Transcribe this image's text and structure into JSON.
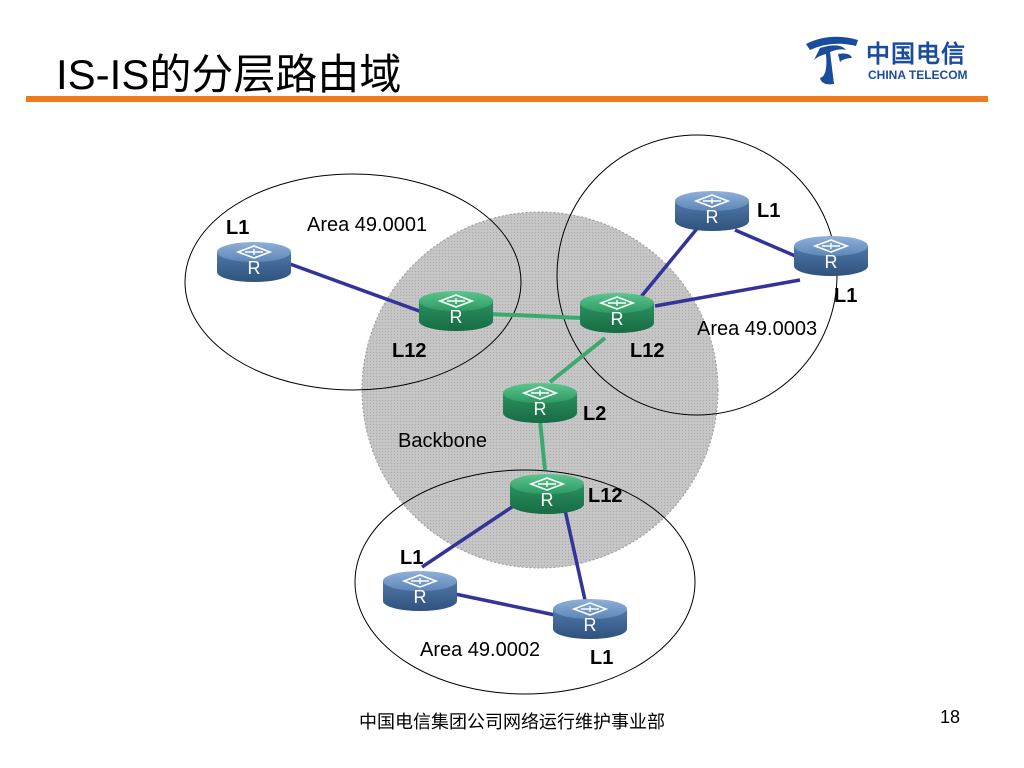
{
  "slide": {
    "title": "IS-IS的分层路由域",
    "footer": "中国电信集团公司网络运行维护事业部",
    "page_number": "18"
  },
  "logo": {
    "name_cn": "中国电信",
    "name_en": "CHINA TELECOM",
    "brand_color": "#1a4c9c"
  },
  "colors": {
    "accent_rule": "#f07a1e",
    "l1_link": "#333399",
    "backbone_link": "#3aaa6e",
    "l1_router": "#5b84b4",
    "l12_router": "#2e9a63",
    "backbone_area": "#c8c8c8"
  },
  "diagram": {
    "areas": {
      "area1": "Area 49.0001",
      "area2": "Area 49.0002",
      "area3": "Area 49.0003",
      "backbone": "Backbone"
    },
    "router_glyph": "R",
    "routers": [
      {
        "id": "r1",
        "type": "L1",
        "label": "L1"
      },
      {
        "id": "r2",
        "type": "L12",
        "label": "L12"
      },
      {
        "id": "r3",
        "type": "L12",
        "label": "L12"
      },
      {
        "id": "r4",
        "type": "L1",
        "label": "L1"
      },
      {
        "id": "r5",
        "type": "L1",
        "label": "L1"
      },
      {
        "id": "r6",
        "type": "L2",
        "label": "L2"
      },
      {
        "id": "r7",
        "type": "L12",
        "label": "L12"
      },
      {
        "id": "r8",
        "type": "L1",
        "label": "L1"
      },
      {
        "id": "r9",
        "type": "L1",
        "label": "L1"
      }
    ]
  }
}
